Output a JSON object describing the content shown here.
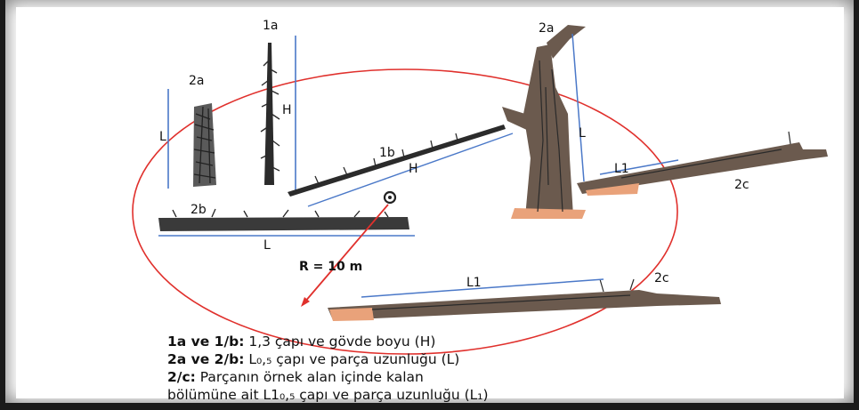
{
  "labels": {
    "tree_1a": "1a",
    "tree_1a_height": "H",
    "tree_2a_left": "2a",
    "tree_2a_left_length": "L",
    "log_1b": "1b",
    "log_1b_height": "H",
    "log_2b": "2b",
    "log_2b_length": "L",
    "snag_2a": "2a",
    "snag_2a_length": "L",
    "log_2c_upper": "2c",
    "log_2c_upper_length": "L1",
    "log_2c_lower": "2c",
    "log_2c_lower_length": "L1",
    "radius": "R = 10 m"
  },
  "legend": [
    {
      "key": "1a ve 1/b:",
      "text": " 1,3 çapı ve gövde boyu (H)"
    },
    {
      "key": "2a ve 2/b:",
      "text": " L₀,₅ çapı ve parça uzunluğu (L)"
    },
    {
      "key": "2/c:",
      "text": "  Parçanın örnek alan içinde kalan"
    },
    {
      "key": "",
      "text": "bölümüne ait L1₀,₅ çapı ve parça uzunluğu (L₁)"
    }
  ],
  "colors": {
    "circle": "#e0302c",
    "measure_line": "#4a78c8",
    "bark_dark": "#2a2a2a",
    "wood": "#6b5a4e",
    "wood_light": "#e9a27a"
  }
}
